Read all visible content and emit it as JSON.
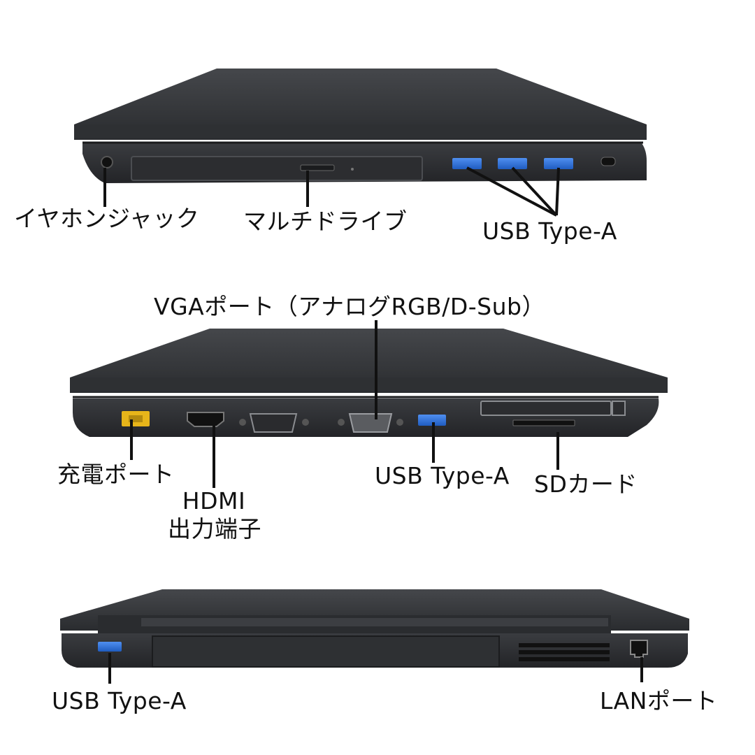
{
  "colors": {
    "background": "#ffffff",
    "body_dark": "#2b2d30",
    "body_mid": "#3a3c40",
    "body_edge": "#1e1f22",
    "usb_blue": "#2d6fd6",
    "charge_yellow": "#e7b51a",
    "leader_line": "#111111"
  },
  "views": {
    "right_side": {
      "labels": {
        "headphone_jack": "イヤホンジャック",
        "multi_drive": "マルチドライブ",
        "usb": "USB Type-A"
      }
    },
    "left_side": {
      "labels": {
        "vga": "VGAポート（アナログRGB/D-Sub）",
        "charge": "充電ポート",
        "hdmi_line1": "HDMI",
        "hdmi_line2": "出力端子",
        "usb": "USB Type-A",
        "sd": "SDカード"
      }
    },
    "rear": {
      "labels": {
        "usb": "USB Type-A",
        "lan": "LANポート"
      }
    }
  }
}
